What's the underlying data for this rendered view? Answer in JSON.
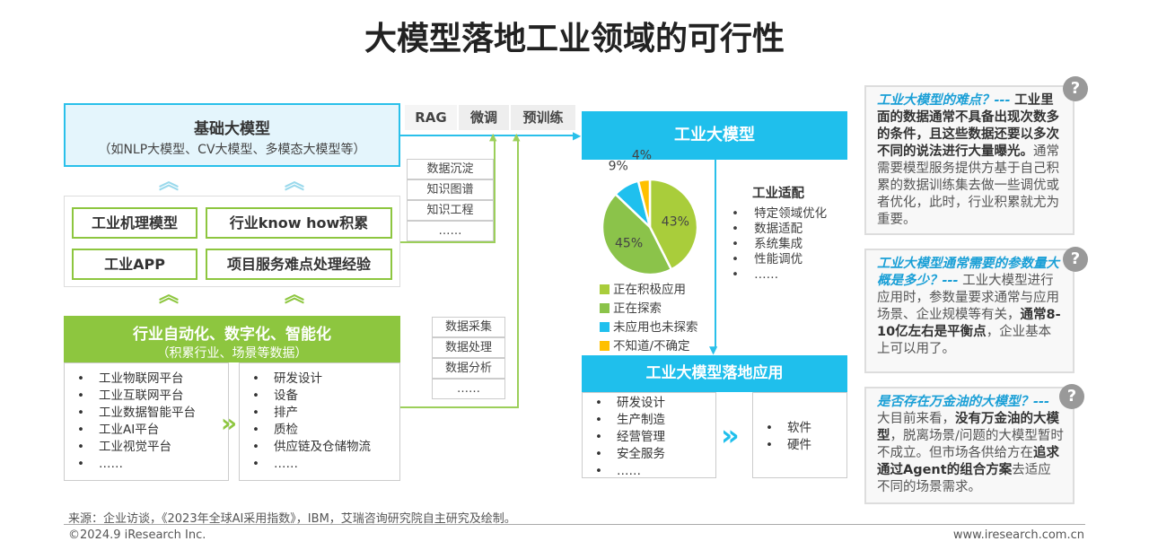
{
  "title": "大模型落地工业领域的可行性",
  "base_model": {
    "title": "基础大模型",
    "subtitle": "（如NLP大模型、CV大模型、多模态大模型等）"
  },
  "methods": [
    "RAG",
    "微调",
    "预训练"
  ],
  "knowledge_boxes": [
    "工业机理模型",
    "行业know how积累",
    "工业APP",
    "项目服务难点处理经验"
  ],
  "knowledge_list": [
    "数据沉淀",
    "知识图谱",
    "知识工程",
    "……"
  ],
  "data_list": [
    "数据采集",
    "数据处理",
    "数据分析",
    "……"
  ],
  "digital": {
    "title": "行业自动化、数字化、智能化",
    "subtitle": "（积累行业、场景等数据）",
    "platforms": [
      "工业物联网平台",
      "工业互联网平台",
      "工业数据智能平台",
      "工业AI平台",
      "工业视觉平台",
      "……"
    ],
    "scenes": [
      "研发设计",
      "设备",
      "排产",
      "质检",
      "供应链及仓储物流",
      "……"
    ]
  },
  "industrial_model": {
    "title": "工业大模型",
    "adapt_title": "工业适配",
    "adapt_items": [
      "特定领域优化",
      "数据适配",
      "系统集成",
      "性能调优",
      "……"
    ]
  },
  "chart_data": {
    "type": "pie",
    "labels": [
      "正在积极应用",
      "正在探索",
      "未应用也未探索",
      "不知道/不确定"
    ],
    "values": [
      43,
      45,
      9,
      4
    ],
    "colors": [
      "#a9cd3b",
      "#8bc34a",
      "#1fc0ee",
      "#ffc000"
    ]
  },
  "application": {
    "title": "工业大模型落地应用",
    "left_items": [
      "研发设计",
      "生产制造",
      "经营管理",
      "安全服务",
      "……"
    ],
    "right_items": [
      "软件",
      "硬件"
    ]
  },
  "qa": [
    {
      "q": "工业大模型的难点？---",
      "bold": "工业里面的数据通常不具备出现次数多的条件，且这些数据还要以多次不同的说法进行大量曝光。",
      "rest": "通常需要模型服务提供方基于自己积累的数据训练集去做一些调优或者优化，此时，行业积累就尤为重要。"
    },
    {
      "q": "工业大模型通常需要的参数量大概是多少？---",
      "t1": "工业大模型进行应用时，参数量要求通常与应用场景、企业规模等有关，",
      "bold": "通常8-10亿左右是平衡点",
      "t2": "，企业基本上可以用了。"
    },
    {
      "q": "是否存在万金油的大模型？---",
      "t1": "大目前来看，",
      "bold": "没有万金油的大模型",
      "t2": "，脱离场景/问题的大模型暂时不成立。但市场各供给方在",
      "bold2": "追求通过Agent的组合方案",
      "t3": "去适应不同的场景需求。"
    }
  ],
  "qa_icon": "?",
  "footer": {
    "source": "来源：企业访谈，《2023年全球AI采用指数》，IBM，艾瑞咨询研究院自主研究及绘制。",
    "copyright": "©2024.9 iResearch Inc.",
    "url": "www.iresearch.com.cn"
  }
}
